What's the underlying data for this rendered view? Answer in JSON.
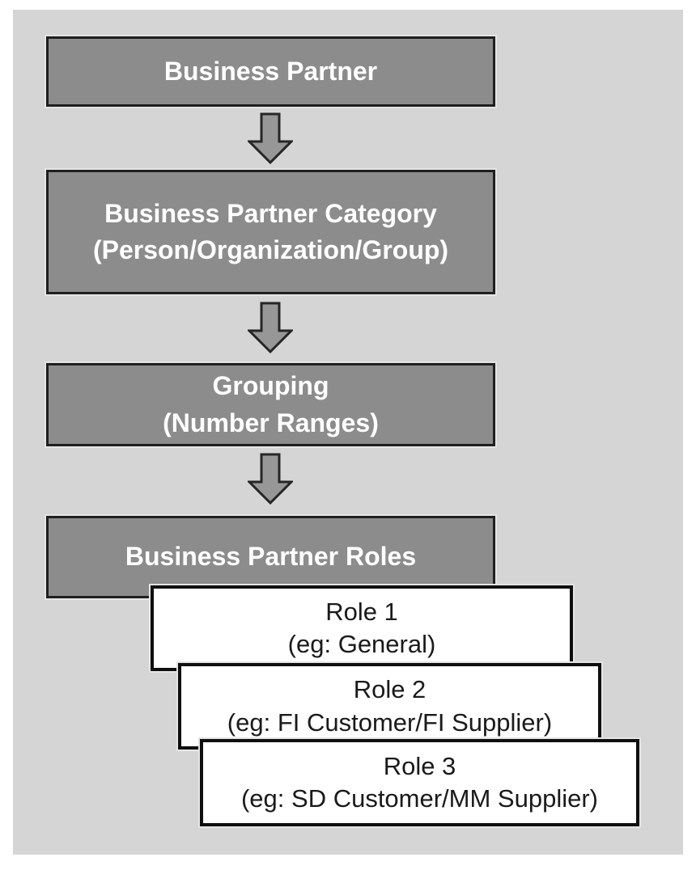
{
  "diagram": {
    "nodes": [
      {
        "id": "business-partner",
        "lines": [
          "Business Partner"
        ]
      },
      {
        "id": "business-partner-category",
        "lines": [
          "Business Partner Category",
          "(Person/Organization/Group)"
        ]
      },
      {
        "id": "grouping",
        "lines": [
          "Grouping",
          "(Number Ranges)"
        ]
      },
      {
        "id": "business-partner-roles",
        "lines": [
          "Business Partner Roles"
        ]
      },
      {
        "id": "role-1",
        "lines": [
          "Role 1",
          "(eg: General)"
        ]
      },
      {
        "id": "role-2",
        "lines": [
          "Role 2",
          "(eg: FI Customer/FI Supplier)"
        ]
      },
      {
        "id": "role-3",
        "lines": [
          "Role 3",
          "(eg: SD Customer/MM Supplier)"
        ]
      }
    ],
    "connectors": [
      {
        "from": "business-partner",
        "to": "business-partner-category",
        "icon": "down-arrow-icon"
      },
      {
        "from": "business-partner-category",
        "to": "grouping",
        "icon": "down-arrow-icon"
      },
      {
        "from": "grouping",
        "to": "business-partner-roles",
        "icon": "down-arrow-icon"
      }
    ],
    "colors": {
      "page_bg": "#ffffff",
      "panel_bg": "#d5d5d5",
      "node_fill": "#8c8c8c",
      "node_border": "#1f1f1f",
      "node_text": "#ffffff",
      "role_fill": "#ffffff",
      "role_border": "#0f0f0f",
      "role_text": "#1a1a1a",
      "arrow_fill": "#979797",
      "arrow_stroke": "#262626",
      "halo": "#e4e4e4"
    }
  }
}
